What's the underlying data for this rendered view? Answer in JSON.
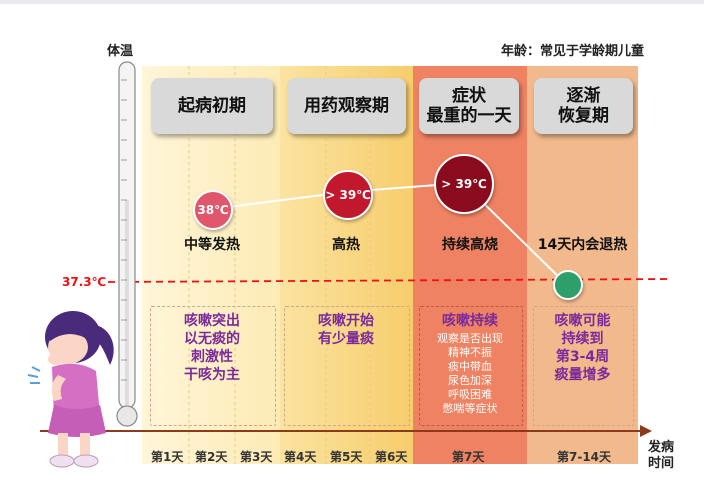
{
  "header": {
    "ylabel": "体温",
    "age_note": "年龄：常见于学龄期儿童"
  },
  "phases": [
    {
      "label": "起病初期"
    },
    {
      "label": "用药观察期"
    },
    {
      "label_line1": "症状",
      "label_line2": "最重的一天"
    },
    {
      "label_line1": "逐渐",
      "label_line2": "恢复期"
    }
  ],
  "fever_points": [
    {
      "temp": "38℃",
      "color": "#e0566c",
      "desc": "中等发热"
    },
    {
      "temp": "> 39℃",
      "color": "#c2182e",
      "desc": "高热"
    },
    {
      "temp": "> 39℃",
      "color": "#8a0a1e",
      "desc": "持续高烧"
    },
    {
      "temp": "",
      "color": "#2e9f6a",
      "desc": "14天内会退热"
    }
  ],
  "threshold": {
    "label": "37.3℃",
    "color": "#e11"
  },
  "cough": {
    "stage1": [
      "咳嗽突出",
      "以无痰的",
      "刺激性",
      "干咳为主"
    ],
    "stage2": [
      "咳嗽开始",
      "有少量痰"
    ],
    "stage3_title": "咳嗽持续",
    "stage3_items": [
      "观察是否出现",
      "精神不振",
      "痰中带血",
      "尿色加深",
      "呼吸困难",
      "憋喘等症状"
    ],
    "stage4": [
      "咳嗽可能",
      "持续到",
      "第3-4周",
      "痰量增多"
    ]
  },
  "days": [
    "第1天",
    "第2天",
    "第3天",
    "第4天",
    "第5天",
    "第6天",
    "第7天",
    "第7-14天"
  ],
  "xaxis": {
    "line1": "发病",
    "line2": "时间"
  },
  "colors": {
    "axis": "#8b3a1a",
    "purple": "#7a2a9a"
  }
}
